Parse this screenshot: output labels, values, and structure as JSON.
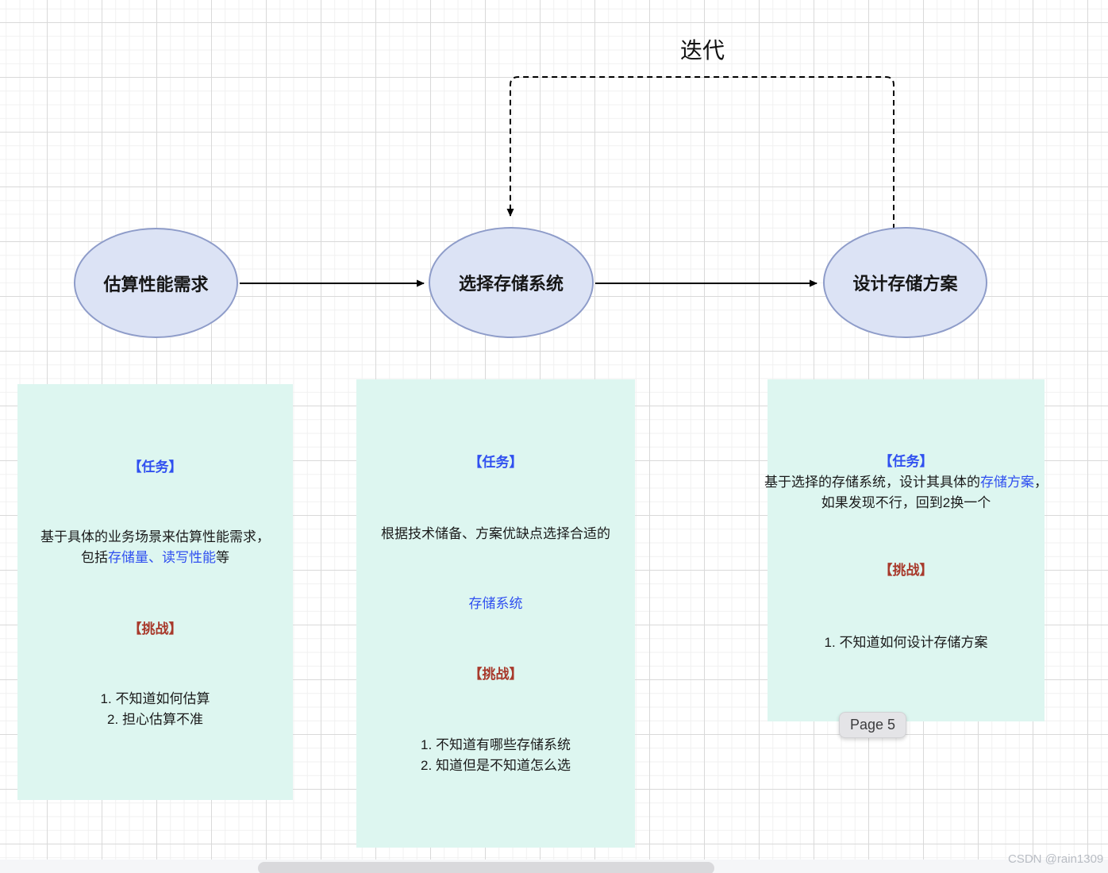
{
  "diagram": {
    "iteration_label": "迭代",
    "nodes": [
      {
        "label": "估算性能需求"
      },
      {
        "label": "选择存储系统"
      },
      {
        "label": "设计存储方案"
      }
    ]
  },
  "notes": {
    "box1": {
      "task_label": "【任务】",
      "task_line1": "基于具体的业务场景来估算性能需求，",
      "task_line2_prefix": "包括",
      "task_line2_link": "存储量、读写性能",
      "task_line2_suffix": "等",
      "challenge_label": "【挑战】",
      "challenges": [
        "1. 不知道如何估算",
        "2. 担心估算不准"
      ]
    },
    "box2": {
      "task_label": "【任务】",
      "task_text": "根据技术储备、方案优缺点选择合适的",
      "system_link": "存储系统",
      "challenge_label": "【挑战】",
      "challenges": [
        "1. 不知道有哪些存储系统",
        "2. 知道但是不知道怎么选"
      ]
    },
    "box3": {
      "task_label": "【任务】",
      "task_prefix": "基于选择的存储系统，设计其具体的",
      "task_link": "存储方案",
      "task_suffix": "，如果发现不行，回到2换一个",
      "challenge_label": "【挑战】",
      "challenges": [
        "1. 不知道如何设计存储方案"
      ]
    }
  },
  "page_badge": "Page 5",
  "watermark": "CSDN @rain1309",
  "colors": {
    "accent_blue": "#3050f0",
    "accent_red": "#a8392b",
    "node_fill": "#dce3f5",
    "node_border": "#8e9cc9",
    "note_fill": "#ddf6f0"
  }
}
